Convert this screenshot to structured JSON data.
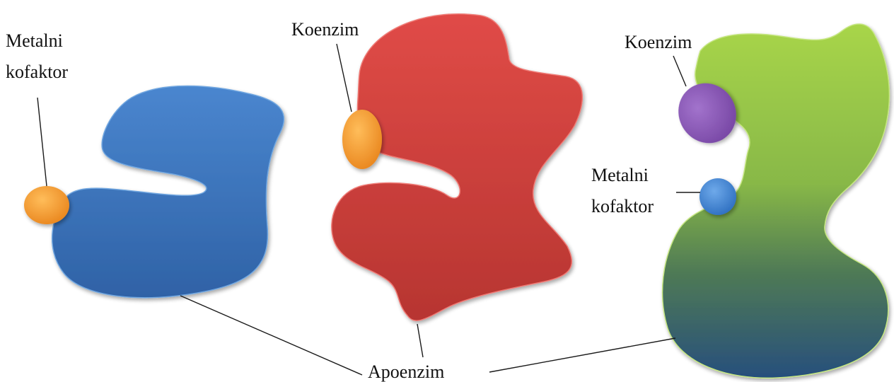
{
  "labels": {
    "left_cofactor_line1": "Metalni",
    "left_cofactor_line2": "kofaktor",
    "middle_coenzyme": "Koenzim",
    "right_coenzyme": "Koenzim",
    "right_cofactor_line1": "Metalni",
    "right_cofactor_line2": "kofaktor",
    "apoenzyme": "Apoenzim"
  },
  "colors": {
    "blue_apoenzyme": "#3a74be",
    "red_apoenzyme": "#d9443f",
    "green_apoenzyme_top": "#a6d24a",
    "green_apoenzyme_bottom": "#2b5a7a",
    "orange_cofactor": "#f29a2e",
    "purple_coenzyme": "#8a55b6",
    "blue_cofactor": "#3b7fd0"
  }
}
